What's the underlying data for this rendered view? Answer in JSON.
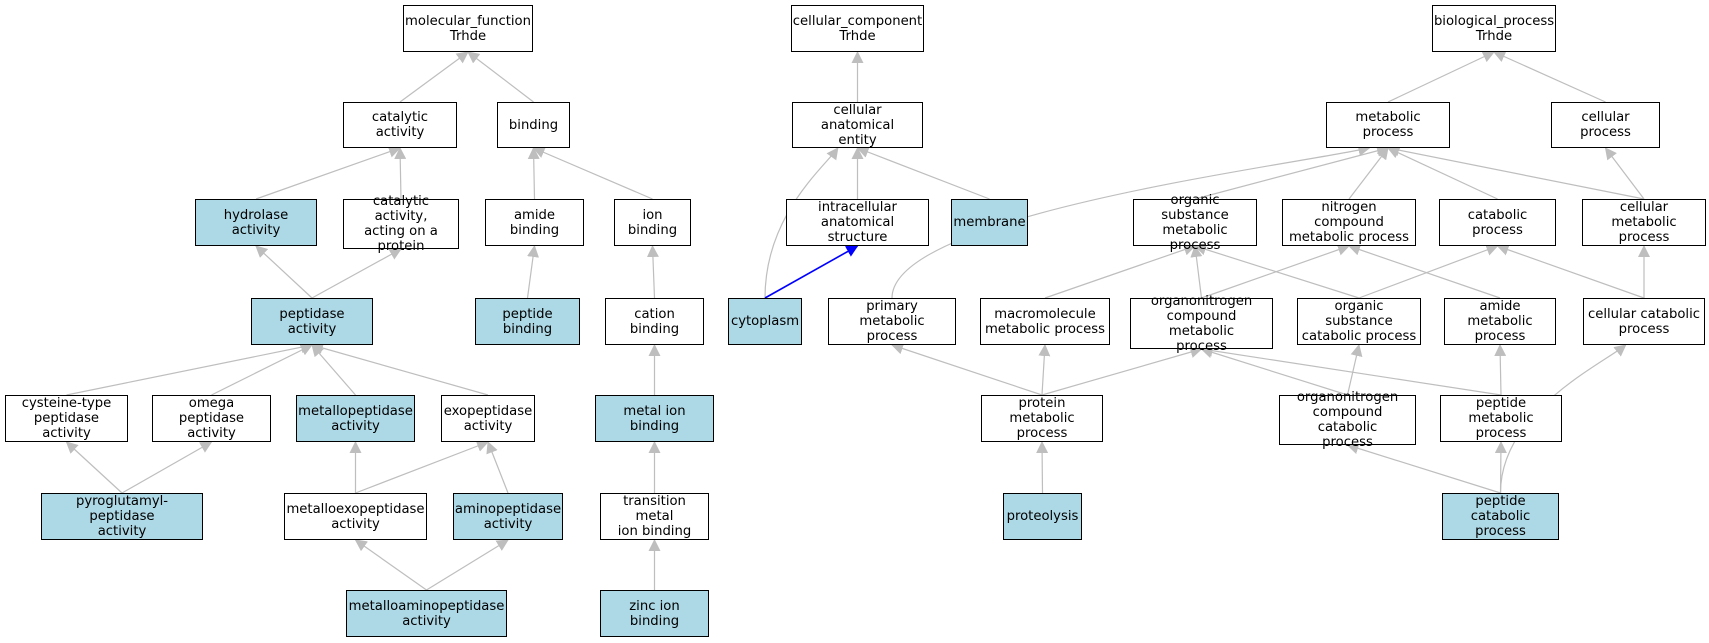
{
  "colors": {
    "highlight": "#add8e6",
    "node_fill": "#ffffff",
    "edge": "#bebebe",
    "edge_highlight": "#0000ff"
  },
  "nodes": {
    "mf": {
      "label": "molecular_function\nTrhde",
      "hl": false
    },
    "catalytic": {
      "label": "catalytic activity",
      "hl": false
    },
    "binding": {
      "label": "binding",
      "hl": false
    },
    "hydrolase": {
      "label": "hydrolase activity",
      "hl": true
    },
    "cat_protein": {
      "label": "catalytic activity,\nacting on a\nprotein",
      "hl": false
    },
    "amide_binding": {
      "label": "amide binding",
      "hl": false
    },
    "ion_binding": {
      "label": "ion binding",
      "hl": false
    },
    "peptidase": {
      "label": "peptidase activity",
      "hl": true
    },
    "peptide_binding": {
      "label": "peptide binding",
      "hl": true
    },
    "cation_binding": {
      "label": "cation binding",
      "hl": false
    },
    "cysteine": {
      "label": "cysteine-type\npeptidase activity",
      "hl": false
    },
    "omega": {
      "label": "omega peptidase\nactivity",
      "hl": false
    },
    "metallopeptidase": {
      "label": "metallopeptidase\nactivity",
      "hl": true
    },
    "exopeptidase": {
      "label": "exopeptidase\nactivity",
      "hl": false
    },
    "metal_ion": {
      "label": "metal ion binding",
      "hl": true
    },
    "pyroglutamyl": {
      "label": "pyroglutamyl-peptidase\nactivity",
      "hl": true
    },
    "metalloexo": {
      "label": "metalloexopeptidase\nactivity",
      "hl": false
    },
    "aminopeptidase": {
      "label": "aminopeptidase\nactivity",
      "hl": true
    },
    "transition_metal": {
      "label": "transition metal\nion binding",
      "hl": false
    },
    "metalloamino": {
      "label": "metalloaminopeptidase\nactivity",
      "hl": true
    },
    "zinc": {
      "label": "zinc ion binding",
      "hl": true
    },
    "cc": {
      "label": "cellular_component\nTrhde",
      "hl": false
    },
    "cae": {
      "label": "cellular anatomical\nentity",
      "hl": false
    },
    "intracellular": {
      "label": "intracellular\nanatomical structure",
      "hl": false
    },
    "membrane": {
      "label": "membrane",
      "hl": true
    },
    "cytoplasm": {
      "label": "cytoplasm",
      "hl": true
    },
    "bp": {
      "label": "biological_process\nTrhde",
      "hl": false
    },
    "metabolic": {
      "label": "metabolic process",
      "hl": false
    },
    "cellular_proc": {
      "label": "cellular process",
      "hl": false
    },
    "org_sub_met": {
      "label": "organic substance\nmetabolic process",
      "hl": false
    },
    "nitrogen_met": {
      "label": "nitrogen compound\nmetabolic process",
      "hl": false
    },
    "catabolic": {
      "label": "catabolic process",
      "hl": false
    },
    "cell_met": {
      "label": "cellular metabolic\nprocess",
      "hl": false
    },
    "primary_met": {
      "label": "primary metabolic\nprocess",
      "hl": false
    },
    "macro_met": {
      "label": "macromolecule\nmetabolic process",
      "hl": false
    },
    "orgN_met": {
      "label": "organonitrogen\ncompound metabolic\nprocess",
      "hl": false
    },
    "org_sub_cat": {
      "label": "organic substance\ncatabolic process",
      "hl": false
    },
    "amide_met": {
      "label": "amide metabolic\nprocess",
      "hl": false
    },
    "cell_cat": {
      "label": "cellular catabolic\nprocess",
      "hl": false
    },
    "protein_met": {
      "label": "protein metabolic\nprocess",
      "hl": false
    },
    "orgN_cat": {
      "label": "organonitrogen\ncompound catabolic\nprocess",
      "hl": false
    },
    "peptide_met": {
      "label": "peptide metabolic\nprocess",
      "hl": false
    },
    "proteolysis": {
      "label": "proteolysis",
      "hl": true
    },
    "peptide_cat": {
      "label": "peptide catabolic\nprocess",
      "hl": true
    }
  },
  "edges": [
    {
      "from": "catalytic",
      "to": "mf"
    },
    {
      "from": "binding",
      "to": "mf"
    },
    {
      "from": "hydrolase",
      "to": "catalytic"
    },
    {
      "from": "cat_protein",
      "to": "catalytic"
    },
    {
      "from": "amide_binding",
      "to": "binding"
    },
    {
      "from": "ion_binding",
      "to": "binding"
    },
    {
      "from": "peptidase",
      "to": "hydrolase"
    },
    {
      "from": "peptidase",
      "to": "cat_protein"
    },
    {
      "from": "peptide_binding",
      "to": "amide_binding"
    },
    {
      "from": "cation_binding",
      "to": "ion_binding"
    },
    {
      "from": "cysteine",
      "to": "peptidase"
    },
    {
      "from": "omega",
      "to": "peptidase"
    },
    {
      "from": "metallopeptidase",
      "to": "peptidase"
    },
    {
      "from": "exopeptidase",
      "to": "peptidase"
    },
    {
      "from": "metal_ion",
      "to": "cation_binding"
    },
    {
      "from": "pyroglutamyl",
      "to": "cysteine"
    },
    {
      "from": "pyroglutamyl",
      "to": "omega"
    },
    {
      "from": "metalloexo",
      "to": "metallopeptidase"
    },
    {
      "from": "metalloexo",
      "to": "exopeptidase"
    },
    {
      "from": "aminopeptidase",
      "to": "exopeptidase"
    },
    {
      "from": "transition_metal",
      "to": "metal_ion"
    },
    {
      "from": "metalloamino",
      "to": "metalloexo"
    },
    {
      "from": "metalloamino",
      "to": "aminopeptidase"
    },
    {
      "from": "zinc",
      "to": "transition_metal"
    },
    {
      "from": "cae",
      "to": "cc"
    },
    {
      "from": "intracellular",
      "to": "cae"
    },
    {
      "from": "membrane",
      "to": "cae"
    },
    {
      "from": "cytoplasm",
      "to": "cae",
      "curve": true
    },
    {
      "from": "cytoplasm",
      "to": "intracellular",
      "hl": true
    },
    {
      "from": "metabolic",
      "to": "bp"
    },
    {
      "from": "cellular_proc",
      "to": "bp"
    },
    {
      "from": "org_sub_met",
      "to": "metabolic"
    },
    {
      "from": "nitrogen_met",
      "to": "metabolic"
    },
    {
      "from": "catabolic",
      "to": "metabolic"
    },
    {
      "from": "cell_met",
      "to": "metabolic"
    },
    {
      "from": "cell_met",
      "to": "cellular_proc"
    },
    {
      "from": "primary_met",
      "to": "metabolic",
      "curve": true
    },
    {
      "from": "macro_met",
      "to": "org_sub_met"
    },
    {
      "from": "orgN_met",
      "to": "org_sub_met"
    },
    {
      "from": "orgN_met",
      "to": "nitrogen_met"
    },
    {
      "from": "org_sub_cat",
      "to": "org_sub_met"
    },
    {
      "from": "org_sub_cat",
      "to": "catabolic"
    },
    {
      "from": "amide_met",
      "to": "nitrogen_met"
    },
    {
      "from": "cell_cat",
      "to": "catabolic"
    },
    {
      "from": "cell_cat",
      "to": "cell_met"
    },
    {
      "from": "protein_met",
      "to": "primary_met"
    },
    {
      "from": "protein_met",
      "to": "macro_met"
    },
    {
      "from": "protein_met",
      "to": "orgN_met"
    },
    {
      "from": "orgN_cat",
      "to": "orgN_met"
    },
    {
      "from": "orgN_cat",
      "to": "org_sub_cat"
    },
    {
      "from": "peptide_met",
      "to": "orgN_met"
    },
    {
      "from": "peptide_met",
      "to": "amide_met"
    },
    {
      "from": "proteolysis",
      "to": "protein_met"
    },
    {
      "from": "peptide_cat",
      "to": "orgN_cat"
    },
    {
      "from": "peptide_cat",
      "to": "peptide_met"
    },
    {
      "from": "peptide_cat",
      "to": "cell_cat",
      "curve": true
    }
  ]
}
